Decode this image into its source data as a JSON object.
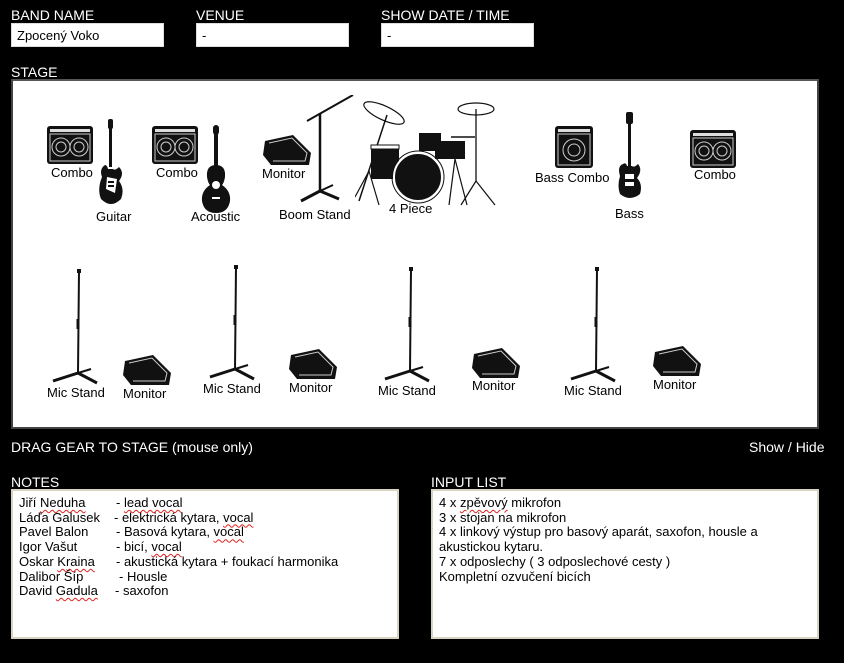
{
  "header": {
    "band_name_label": "BAND NAME",
    "band_name_value": "Zpocený Voko",
    "venue_label": "VENUE",
    "venue_value": "-",
    "show_date_label": "SHOW DATE / TIME",
    "show_date_value": "-"
  },
  "stage": {
    "label": "STAGE",
    "gear": {
      "combo1": "Combo",
      "guitar": "Guitar",
      "combo2": "Combo",
      "acoustic": "Acoustic",
      "monitor_top": "Monitor",
      "boom_stand": "Boom Stand",
      "drums": "4 Piece",
      "bass_combo": "Bass Combo",
      "bass": "Bass",
      "combo3": "Combo",
      "mic_stand1": "Mic Stand",
      "monitor1": "Monitor",
      "mic_stand2": "Mic Stand",
      "monitor2": "Monitor",
      "mic_stand3": "Mic Stand",
      "monitor3": "Monitor",
      "mic_stand4": "Mic Stand",
      "monitor4": "Monitor"
    }
  },
  "drag_hint": "DRAG GEAR TO STAGE (mouse only)",
  "show_hide": "Show / Hide",
  "notes": {
    "label": "NOTES",
    "rows": [
      {
        "name": "Jiří",
        "name2": "Neduha",
        "role_pre": "- ",
        "role": "lead vocal",
        "role_post": ""
      },
      {
        "name": "Láďa Galusek",
        "name2": "",
        "role_pre": "- elektrická kytara, ",
        "role": "vocal",
        "role_post": ""
      },
      {
        "name": "Pavel Balon",
        "name2": "",
        "role_pre": "- Basová kytara, ",
        "role": "vocal",
        "role_post": ""
      },
      {
        "name": "Igor Vašut",
        "name2": "",
        "role_pre": "- bicí, ",
        "role": "vocal",
        "role_post": ""
      },
      {
        "name": "Oskar",
        "name2": "Kraina",
        "role_pre": "- akustická kytara + foukací harmonika",
        "role": "",
        "role_post": ""
      },
      {
        "name": "Dalibor Šíp",
        "name2": "",
        "role_pre": " - Housle",
        "role": "",
        "role_post": ""
      },
      {
        "name": "David",
        "name2": "Gadula",
        "role_pre": "- saxofon",
        "role": "",
        "role_post": ""
      }
    ]
  },
  "input_list": {
    "label": "INPUT LIST",
    "lines": [
      "4 x |zpěvový| mikrofon",
      "3 x stojan na mikrofon",
      "4 x linkový výstup pro basový aparát, saxofon, housle a",
      "akustickou kytaru.",
      "7 x odposlechy ( 3 odposlechové cesty )",
      "Kompletní ozvučení bicích"
    ]
  }
}
